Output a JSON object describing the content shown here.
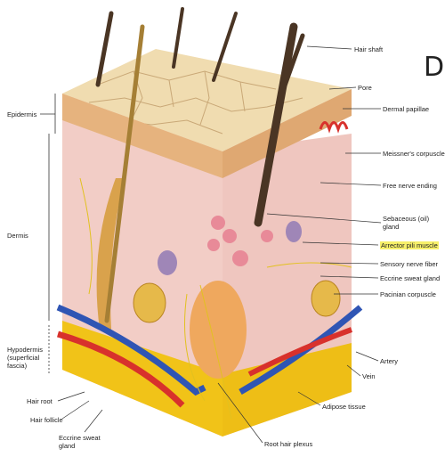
{
  "corner_letter": "D",
  "labels": {
    "epidermis": "Epidermis",
    "dermis": "Dermis",
    "hypodermis": "Hypodermis",
    "hypodermis_sub1": "(superficial",
    "hypodermis_sub2": "fascia)",
    "hair_root": "Hair root",
    "hair_follicle": "Hair follicle",
    "eccrine_left_1": "Eccrine sweat",
    "eccrine_left_2": "gland",
    "hair_shaft": "Hair shaft",
    "pore": "Pore",
    "dermal_papillae": "Dermal papillae",
    "meissner": "Meissner's corpuscle",
    "free_nerve": "Free nerve ending",
    "sebaceous_1": "Sebaceous (oil)",
    "sebaceous_2": "gland",
    "arrector": "Arrector pili muscle",
    "sensory": "Sensory nerve fiber",
    "eccrine_right": "Eccrine sweat gland",
    "pacinian": "Pacinian corpuscle",
    "artery": "Artery",
    "vein": "Vein",
    "adipose": "Adipose tissue",
    "root_plexus": "Root hair plexus"
  },
  "colors": {
    "epidermis_top": "#f1deb4",
    "epidermis_side": "#e7b985",
    "dermis": "#f0c9c2",
    "fat": "#f0c21e",
    "artery": "#d8312c",
    "vein": "#2f55b4",
    "hair": "#4a3524",
    "highlight": "#f7f06a"
  }
}
